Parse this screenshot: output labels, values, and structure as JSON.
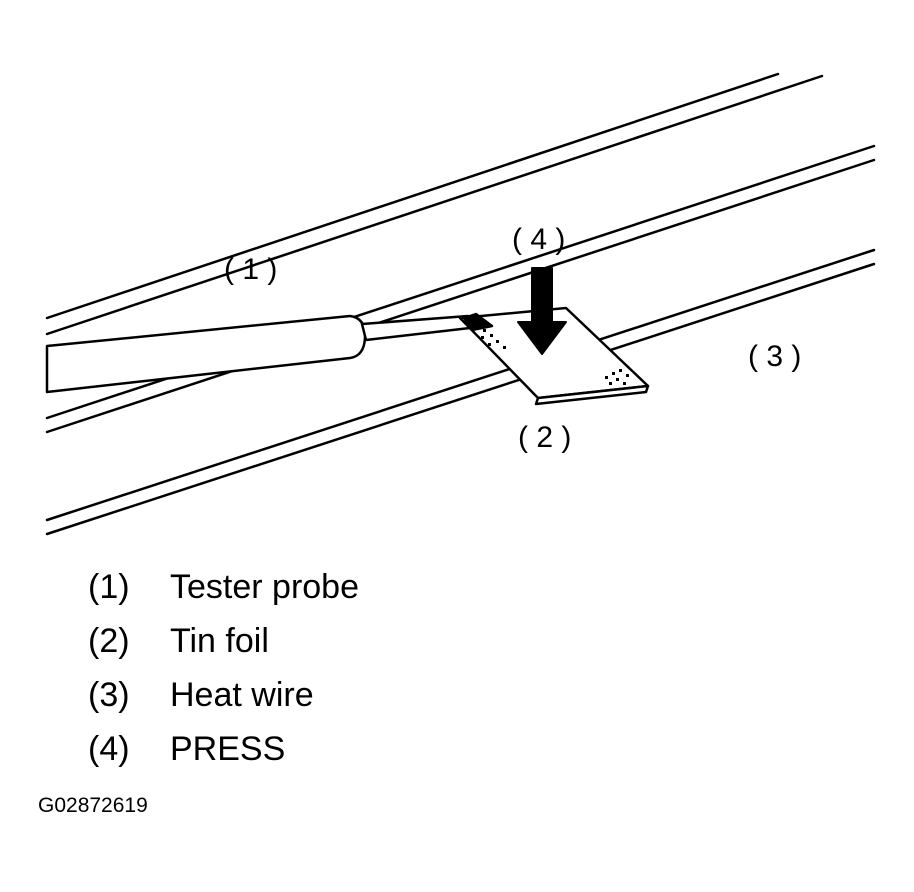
{
  "diagram": {
    "callouts": {
      "tester_probe": "( 1 )",
      "tin_foil": "( 2 )",
      "heat_wire": "( 3 )",
      "press": "( 4 )"
    }
  },
  "legend": [
    {
      "num": "(1)",
      "text": "Tester probe"
    },
    {
      "num": "(2)",
      "text": "Tin foil"
    },
    {
      "num": "(3)",
      "text": "Heat wire"
    },
    {
      "num": "(4)",
      "text": "PRESS"
    }
  ],
  "figure_id": "G02872619"
}
